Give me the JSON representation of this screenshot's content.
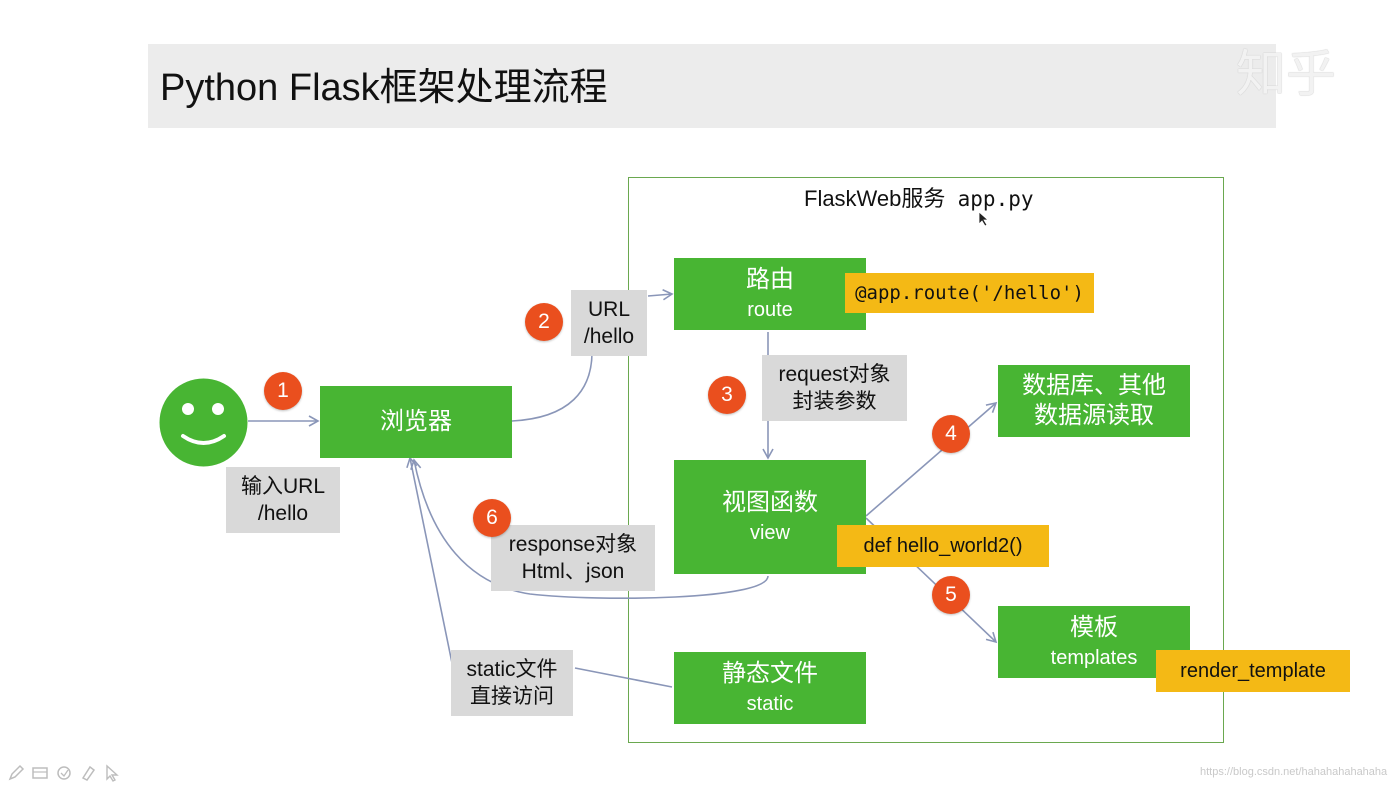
{
  "title": "Python Flask框架处理流程",
  "watermark": "知乎",
  "service": {
    "title": "FlaskWeb服务",
    "file": "app.py"
  },
  "nodes": {
    "browser": "浏览器",
    "route": {
      "cn": "路由",
      "en": "route"
    },
    "view": {
      "cn": "视图函数",
      "en": "view"
    },
    "database": {
      "line1": "数据库、其他",
      "line2": "数据源读取"
    },
    "templates": {
      "cn": "模板",
      "en": "templates"
    },
    "static": {
      "cn": "静态文件",
      "en": "static"
    }
  },
  "labels": {
    "input_url": {
      "line1": "输入URL",
      "line2": "/hello"
    },
    "url_hello": {
      "line1": "URL",
      "line2": "/hello"
    },
    "request": {
      "line1": "request对象",
      "line2": "封装参数"
    },
    "response": {
      "line1": "response对象",
      "line2": "Html、json"
    },
    "static_access": {
      "line1": "static文件",
      "line2": "直接访问"
    }
  },
  "code": {
    "route": "@app.route('/hello')",
    "view": "def hello_world2()",
    "template": "render_template"
  },
  "steps": [
    "1",
    "2",
    "3",
    "4",
    "5",
    "6"
  ],
  "footer_url": "https://blog.csdn.net/hahahahahahaha",
  "colors": {
    "green": "#48b533",
    "yellow": "#f4b915",
    "gray": "#d9d9d9",
    "badge": "#ea4f1e",
    "frame": "#6aa84f",
    "arrow": "#8a96b8"
  },
  "icons": [
    "smiley-face-icon",
    "pen-icon",
    "screen-icon",
    "eraser-icon",
    "pointer-icon"
  ]
}
